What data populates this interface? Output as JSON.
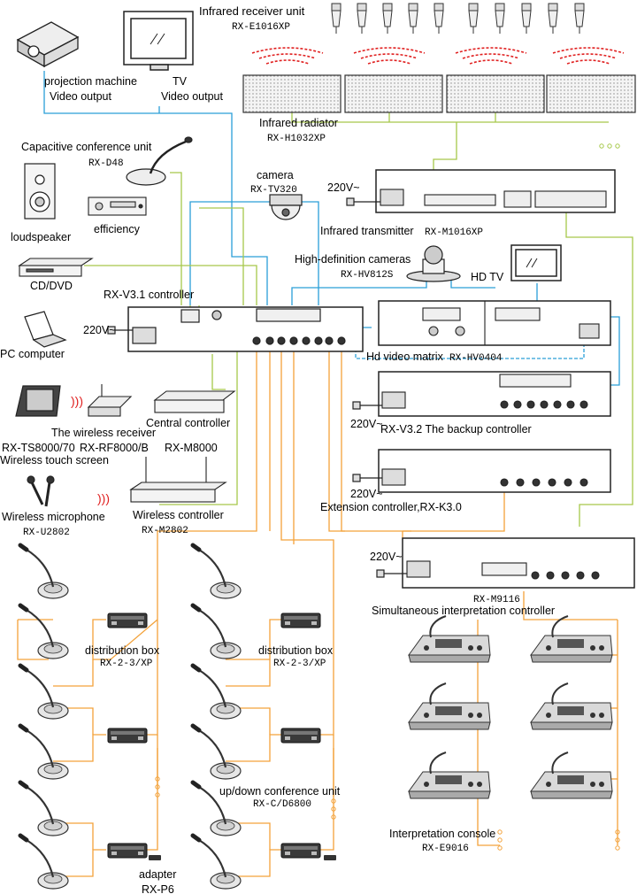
{
  "colors": {
    "blue": "#2a9fd8",
    "green": "#a6c84a",
    "orange": "#f3a23a",
    "device": "#333333"
  },
  "devices": {
    "ir_receiver": {
      "name": "Infrared receiver unit",
      "model": "RX-E1016XP",
      "count": 10
    },
    "projector": {
      "name": "projection machine",
      "sub": "Video output"
    },
    "tv": {
      "name": "TV",
      "sub": "Video output"
    },
    "ir_radiator": {
      "name": "Infrared radiator",
      "model": "RX-H1032XP",
      "count": 4
    },
    "cap_unit": {
      "name": "Capacitive conference unit",
      "model": "RX-D48"
    },
    "camera": {
      "name": "camera",
      "model": "RX-TV320"
    },
    "ir_transmitter": {
      "name": "Infrared transmitter",
      "model": "RX-M1016XP",
      "power": "220V~"
    },
    "loudspeaker": {
      "name": "loudspeaker"
    },
    "amplifier": {
      "name": "efficiency"
    },
    "hd_cameras": {
      "name": "High-definition cameras",
      "model": "RX-HV812S"
    },
    "cd_dvd": {
      "name": "CD/DVD"
    },
    "hd_tv": {
      "name": "HD TV"
    },
    "main_controller": {
      "name": "RX-V3.1 controller",
      "power": "220V~"
    },
    "computer": {
      "name": "PC computer"
    },
    "hd_matrix": {
      "name": "Hd video matrix",
      "model": "RX-HV0404"
    },
    "touch_screen": {
      "model": "RX-TS8000/70",
      "name": "Wireless touch screen"
    },
    "wireless_receiver": {
      "name": "The wireless receiver",
      "model": "RX-RF8000/B"
    },
    "central_controller": {
      "name": "Central  controller",
      "model": "RX-M8000"
    },
    "backup_controller": {
      "name": "RX-V3.2 The backup controller",
      "power": "220V~"
    },
    "wireless_mic": {
      "name": "Wireless microphone",
      "model": "RX-U2802"
    },
    "wireless_controller": {
      "name": "Wireless controller",
      "model": "RX-M2802"
    },
    "extension_controller": {
      "name": "Extension controller,RX-K3.0",
      "power": "220V~"
    },
    "si_controller": {
      "model": "RX-M9116",
      "name": "Simultaneous interpretation controller",
      "power": "220V~"
    },
    "dist_box_left": {
      "name": "distribution box",
      "model": "RX-2-3/XP"
    },
    "dist_box_right": {
      "name": "distribution box",
      "model": "RX-2-3/XP"
    },
    "updown_unit": {
      "name": "up/down conference unit",
      "model": "RX-C/D6800"
    },
    "adapter": {
      "name": "adapter",
      "model": "RX-P6"
    },
    "interp_console": {
      "name": "Interpretation console",
      "model": "RX-E9016"
    }
  }
}
